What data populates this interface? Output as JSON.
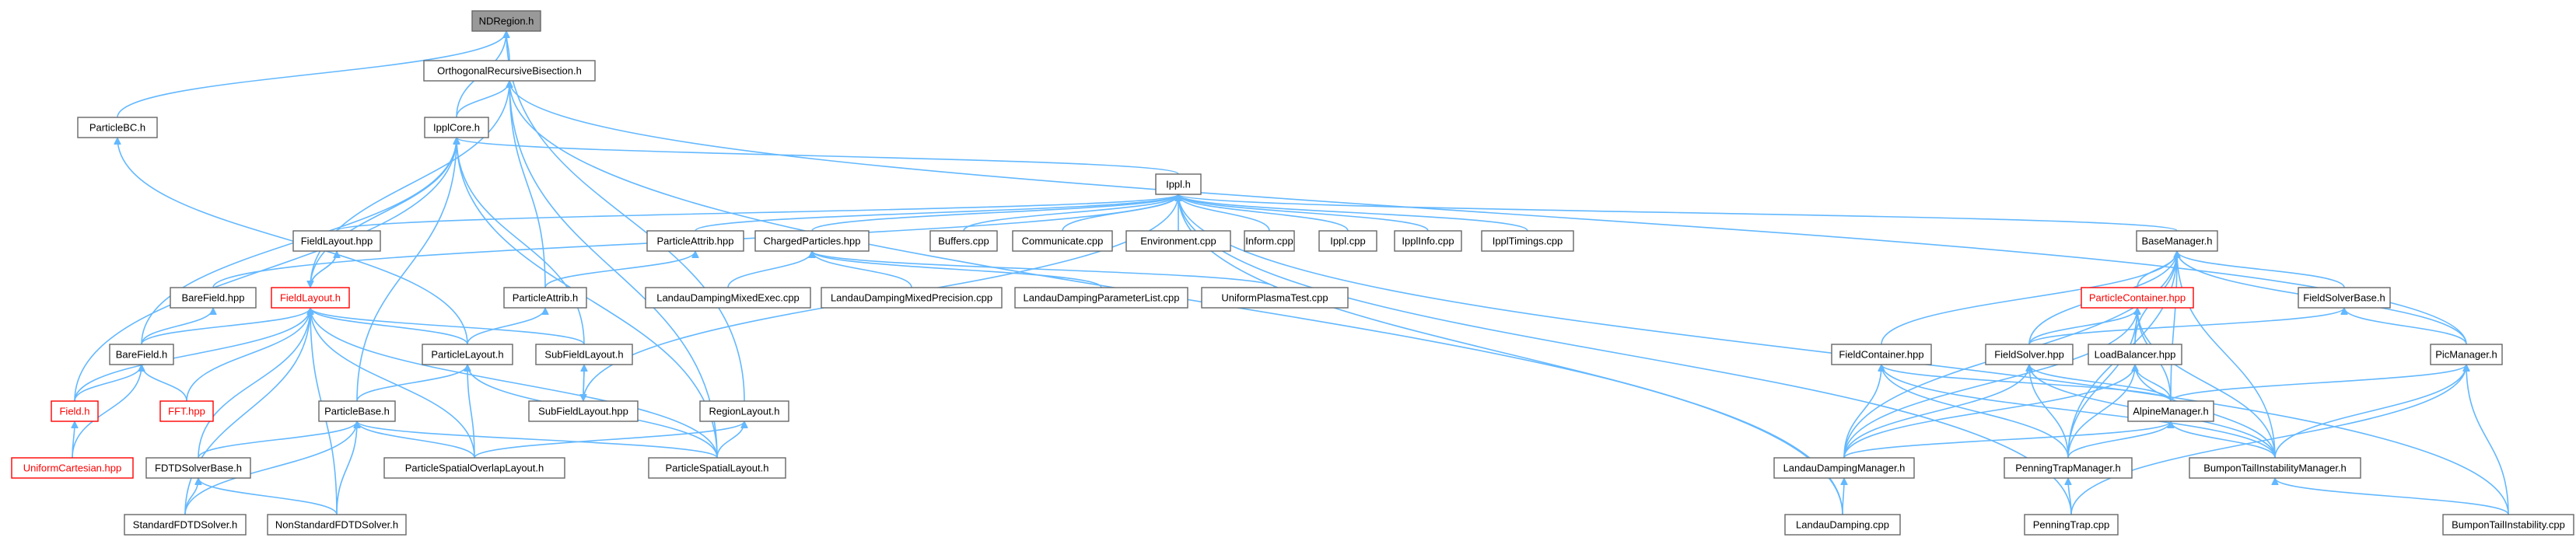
{
  "colors": {
    "edge": "#63b8ff",
    "node_border": "#666666",
    "root_fill": "#999999",
    "highlight": "#ff0000"
  },
  "nodes": {
    "ndregion": "NDRegion.h",
    "orb": "OrthogonalRecursiveBisection.h",
    "particlebc": "ParticleBC.h",
    "ipplcore": "IpplCore.h",
    "ippl": "Ippl.h",
    "fieldlayouthpp": "FieldLayout.hpp",
    "particleattribhpp": "ParticleAttrib.hpp",
    "chargedparticles": "ChargedParticles.hpp",
    "buffers": "Buffers.cpp",
    "communicate": "Communicate.cpp",
    "environment": "Environment.cpp",
    "inform": "Inform.cpp",
    "ipplcpp": "Ippl.cpp",
    "ipplinfo": "IpplInfo.cpp",
    "ipptimings": "IpplTimings.cpp",
    "barefieldhpp": "BareField.hpp",
    "fieldlayouth": "FieldLayout.h",
    "particleattribh": "ParticleAttrib.h",
    "landaumixedexec": "LandauDampingMixedExec.cpp",
    "landaumixedprec": "LandauDampingMixedPrecision.cpp",
    "landauparamlist": "LandauDampingParameterList.cpp",
    "uniformplasma": "UniformPlasmaTest.cpp",
    "barefieldh": "BareField.h",
    "particlelayouth": "ParticleLayout.h",
    "subfieldlayouth": "SubFieldLayout.h",
    "fieldh": "Field.h",
    "ffthpp": "FFT.hpp",
    "subfieldlayouthpp": "SubFieldLayout.hpp",
    "regionlayouth": "RegionLayout.h",
    "particlebaseh": "ParticleBase.h",
    "uniformcartesian": "UniformCartesian.hpp",
    "fdtdsolverbase": "FDTDSolverBase.h",
    "particlespatialoverlap": "ParticleSpatialOverlapLayout.h",
    "particlespatiallayout": "ParticleSpatialLayout.h",
    "standardfdtd": "StandardFDTDSolver.h",
    "nonstandardfdtd": "NonStandardFDTDSolver.h",
    "basemanager": "BaseManager.h",
    "particlecontainer": "ParticleContainer.hpp",
    "fieldsolverbase": "FieldSolverBase.h",
    "fieldcontainer": "FieldContainer.hpp",
    "fieldsolverhpp": "FieldSolver.hpp",
    "loadbalancer": "LoadBalancer.hpp",
    "picmanager": "PicManager.h",
    "alpinemanager": "AlpineManager.h",
    "landaudampingmanager": "LandauDampingManager.h",
    "penningtrapmanager": "PenningTrapManager.h",
    "bumpontailmanager": "BumponTailInstabilityManager.h",
    "landaudampingcpp": "LandauDamping.cpp",
    "penningtrapcpp": "PenningTrap.cpp",
    "bumpontailcpp": "BumponTailInstability.cpp"
  },
  "edges": [
    [
      "orb",
      "ndregion"
    ],
    [
      "particlebc",
      "ndregion"
    ],
    [
      "regionlayouth",
      "ndregion"
    ],
    [
      "ipplcore",
      "ndregion"
    ],
    [
      "ipplcore",
      "orb"
    ],
    [
      "fieldlayouth",
      "orb"
    ],
    [
      "particleattribh",
      "orb"
    ],
    [
      "particlespatiallayout",
      "orb"
    ],
    [
      "picmanager",
      "orb"
    ],
    [
      "landaudampingcpp",
      "orb"
    ],
    [
      "particlelayouth",
      "particlebc"
    ],
    [
      "ippl",
      "ipplcore"
    ],
    [
      "fieldh",
      "ipplcore"
    ],
    [
      "barefieldh",
      "ipplcore"
    ],
    [
      "fieldlayouth",
      "ipplcore"
    ],
    [
      "particlebaseh",
      "ipplcore"
    ],
    [
      "subfieldlayouth",
      "ipplcore"
    ],
    [
      "particlespatiallayout",
      "ipplcore"
    ],
    [
      "fieldlayouthpp",
      "ippl"
    ],
    [
      "particleattribhpp",
      "ippl"
    ],
    [
      "chargedparticles",
      "ippl"
    ],
    [
      "buffers",
      "ippl"
    ],
    [
      "communicate",
      "ippl"
    ],
    [
      "environment",
      "ippl"
    ],
    [
      "inform",
      "ippl"
    ],
    [
      "ipplcpp",
      "ippl"
    ],
    [
      "ipplinfo",
      "ippl"
    ],
    [
      "ipptimings",
      "ippl"
    ],
    [
      "barefieldhpp",
      "ippl"
    ],
    [
      "basemanager",
      "ippl"
    ],
    [
      "subfieldlayouthpp",
      "ippl"
    ],
    [
      "penningtrapcpp",
      "ippl"
    ],
    [
      "bumpontailcpp",
      "ippl"
    ],
    [
      "landaudampingcpp",
      "ippl"
    ],
    [
      "landaumixedexec",
      "chargedparticles"
    ],
    [
      "landaumixedprec",
      "chargedparticles"
    ],
    [
      "landauparamlist",
      "chargedparticles"
    ],
    [
      "uniformplasma",
      "chargedparticles"
    ],
    [
      "fieldlayouth",
      "fieldlayouthpp"
    ],
    [
      "fieldlayouthpp",
      "fieldlayouth"
    ],
    [
      "particleattribh",
      "particleattribhpp"
    ],
    [
      "barefieldh",
      "barefieldhpp"
    ],
    [
      "barefieldh",
      "fieldlayouth"
    ],
    [
      "fieldh",
      "fieldlayouth"
    ],
    [
      "ffthpp",
      "fieldlayouth"
    ],
    [
      "particlelayouth",
      "fieldlayouth"
    ],
    [
      "subfieldlayouth",
      "fieldlayouth"
    ],
    [
      "fdtdsolverbase",
      "fieldlayouth"
    ],
    [
      "particlespatialoverlap",
      "fieldlayouth"
    ],
    [
      "nonstandardfdtd",
      "fieldlayouth"
    ],
    [
      "standardfdtd",
      "fieldlayouth"
    ],
    [
      "particlespatiallayout",
      "fieldlayouth"
    ],
    [
      "particlelayouth",
      "particleattribh"
    ],
    [
      "fieldh",
      "barefieldh"
    ],
    [
      "ffthpp",
      "barefieldh"
    ],
    [
      "uniformcartesian",
      "barefieldh"
    ],
    [
      "uniformcartesian",
      "fieldh"
    ],
    [
      "particlebaseh",
      "particlelayouth"
    ],
    [
      "particlespatialoverlap",
      "particlelayouth"
    ],
    [
      "particlespatiallayout",
      "particlelayouth"
    ],
    [
      "subfieldlayouthpp",
      "subfieldlayouth"
    ],
    [
      "subfieldlayouth",
      "subfieldlayouthpp"
    ],
    [
      "particlespatialoverlap",
      "regionlayouth"
    ],
    [
      "particlespatiallayout",
      "regionlayouth"
    ],
    [
      "fdtdsolverbase",
      "particlebaseh"
    ],
    [
      "particlespatialoverlap",
      "particlebaseh"
    ],
    [
      "particlespatiallayout",
      "particlebaseh"
    ],
    [
      "standardfdtd",
      "particlebaseh"
    ],
    [
      "nonstandardfdtd",
      "particlebaseh"
    ],
    [
      "standardfdtd",
      "fdtdsolverbase"
    ],
    [
      "nonstandardfdtd",
      "fdtdsolverbase"
    ],
    [
      "particlecontainer",
      "basemanager"
    ],
    [
      "fieldsolverbase",
      "basemanager"
    ],
    [
      "fieldcontainer",
      "basemanager"
    ],
    [
      "fieldsolverhpp",
      "basemanager"
    ],
    [
      "loadbalancer",
      "basemanager"
    ],
    [
      "picmanager",
      "basemanager"
    ],
    [
      "alpinemanager",
      "basemanager"
    ],
    [
      "landaudampingmanager",
      "basemanager"
    ],
    [
      "penningtrapmanager",
      "basemanager"
    ],
    [
      "bumpontailmanager",
      "basemanager"
    ],
    [
      "fieldsolverhpp",
      "particlecontainer"
    ],
    [
      "loadbalancer",
      "particlecontainer"
    ],
    [
      "alpinemanager",
      "particlecontainer"
    ],
    [
      "landaudampingmanager",
      "particlecontainer"
    ],
    [
      "penningtrapmanager",
      "particlecontainer"
    ],
    [
      "bumpontailmanager",
      "particlecontainer"
    ],
    [
      "fieldsolverhpp",
      "fieldsolverbase"
    ],
    [
      "picmanager",
      "fieldsolverbase"
    ],
    [
      "alpinemanager",
      "fieldcontainer"
    ],
    [
      "landaudampingmanager",
      "fieldcontainer"
    ],
    [
      "penningtrapmanager",
      "fieldcontainer"
    ],
    [
      "bumpontailmanager",
      "fieldcontainer"
    ],
    [
      "alpinemanager",
      "fieldsolverhpp"
    ],
    [
      "landaudampingmanager",
      "fieldsolverhpp"
    ],
    [
      "penningtrapmanager",
      "fieldsolverhpp"
    ],
    [
      "bumpontailmanager",
      "fieldsolverhpp"
    ],
    [
      "alpinemanager",
      "loadbalancer"
    ],
    [
      "landaudampingmanager",
      "loadbalancer"
    ],
    [
      "penningtrapmanager",
      "loadbalancer"
    ],
    [
      "bumpontailmanager",
      "loadbalancer"
    ],
    [
      "alpinemanager",
      "picmanager"
    ],
    [
      "penningtrapcpp",
      "picmanager"
    ],
    [
      "bumpontailcpp",
      "picmanager"
    ],
    [
      "bumpontailmanager",
      "picmanager"
    ],
    [
      "landaudampingmanager",
      "alpinemanager"
    ],
    [
      "penningtrapmanager",
      "alpinemanager"
    ],
    [
      "bumpontailmanager",
      "alpinemanager"
    ],
    [
      "landaudampingcpp",
      "landaudampingmanager"
    ],
    [
      "penningtrapcpp",
      "penningtrapmanager"
    ],
    [
      "bumpontailcpp",
      "bumpontailmanager"
    ]
  ]
}
